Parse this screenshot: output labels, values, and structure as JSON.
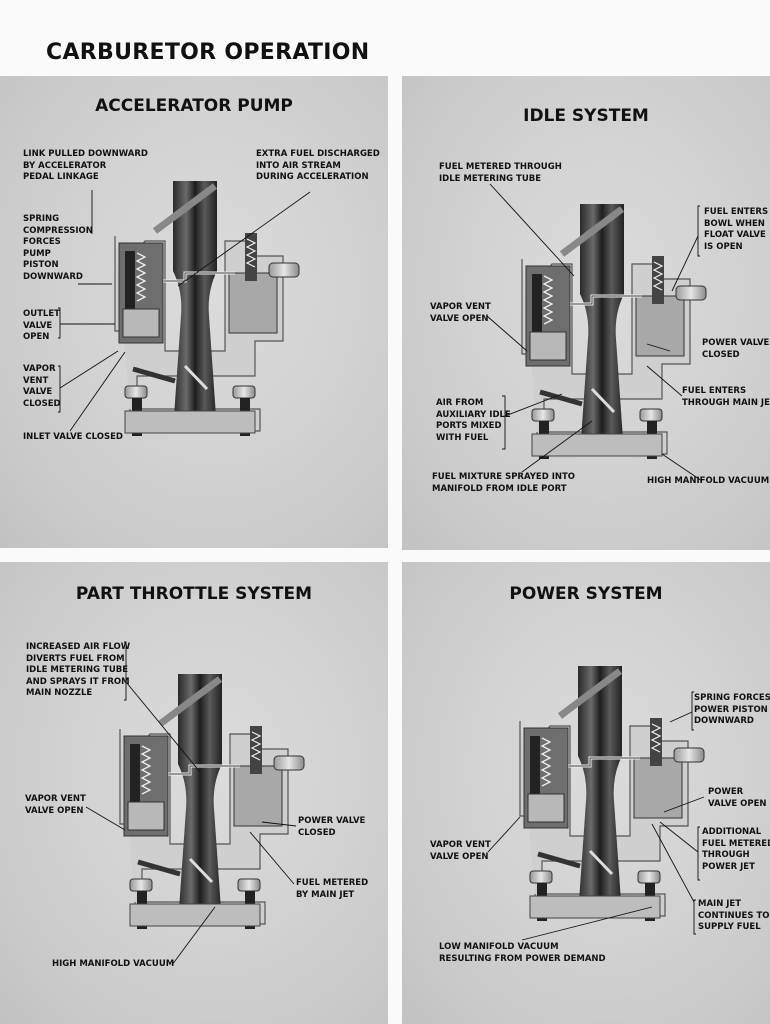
{
  "title": "CARBURETOR OPERATION",
  "panels": [
    {
      "title": "ACCELERATOR PUMP",
      "labels": [
        "LINK PULLED DOWNWARD\nBY ACCELERATOR\nPEDAL LINKAGE",
        "EXTRA FUEL DISCHARGED\nINTO AIR STREAM\nDURING ACCELERATION",
        "SPRING\nCOMPRESSION\nFORCES\nPUMP\nPISTON\nDOWNWARD",
        "OUTLET\nVALVE\nOPEN",
        "VAPOR\nVENT\nVALVE\nCLOSED",
        "INLET VALVE CLOSED"
      ]
    },
    {
      "title": "IDLE SYSTEM",
      "labels": [
        "FUEL METERED THROUGH\nIDLE METERING TUBE",
        "FUEL ENTERS\nBOWL WHEN\nFLOAT VALVE\nIS OPEN",
        "VAPOR VENT\nVALVE OPEN",
        "POWER VALVE\nCLOSED",
        "FUEL ENTERS\nTHROUGH MAIN JET",
        "AIR FROM\nAUXILIARY IDLE\nPORTS MIXED\nWITH FUEL",
        "FUEL MIXTURE SPRAYED INTO\nMANIFOLD FROM IDLE PORT",
        "HIGH MANIFOLD VACUUM"
      ]
    },
    {
      "title": "PART THROTTLE SYSTEM",
      "labels": [
        "INCREASED AIR FLOW\nDIVERTS FUEL FROM\nIDLE METERING TUBE\nAND SPRAYS IT FROM\nMAIN NOZZLE",
        "VAPOR VENT\nVALVE OPEN",
        "POWER VALVE\nCLOSED",
        "FUEL METERED\nBY MAIN JET",
        "HIGH MANIFOLD VACUUM"
      ]
    },
    {
      "title": "POWER SYSTEM",
      "labels": [
        "SPRING FORCES\nPOWER PISTON\nDOWNWARD",
        "POWER\nVALVE OPEN",
        "ADDITIONAL\nFUEL METERED\nTHROUGH\nPOWER JET",
        "VAPOR VENT\nVALVE OPEN",
        "MAIN JET\nCONTINUES TO\nSUPPLY FUEL",
        "LOW MANIFOLD VACUUM\nRESULTING FROM POWER DEMAND"
      ]
    }
  ]
}
